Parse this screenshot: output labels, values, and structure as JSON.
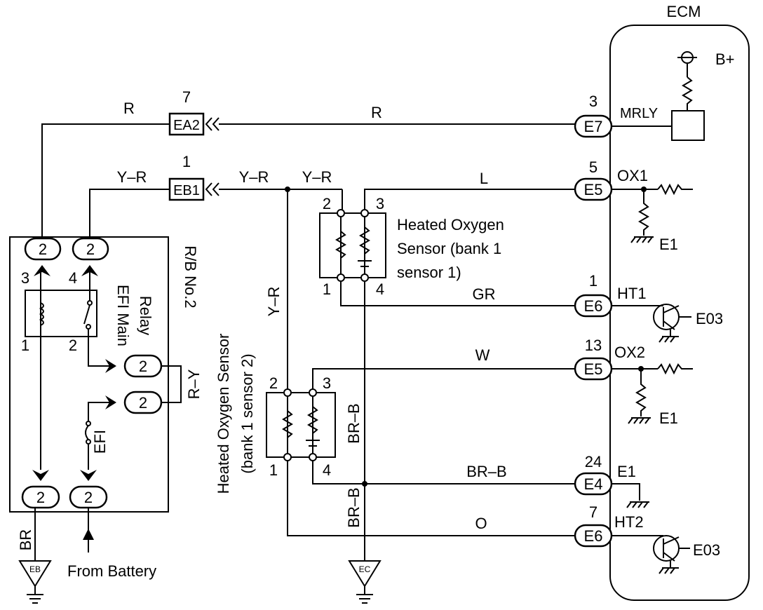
{
  "ecm": {
    "title": "ECM",
    "power": "B+",
    "relay": "MRLY",
    "ox1": "OX1",
    "ox2": "OX2",
    "ht1": "HT1",
    "ht2": "HT2",
    "e1_a": "E1",
    "e1_b": "E1",
    "e1_c": "E1",
    "e03_a": "E03",
    "e03_b": "E03",
    "terminals": [
      {
        "pin": "3",
        "conn": "E7"
      },
      {
        "pin": "5",
        "conn": "E5"
      },
      {
        "pin": "1",
        "conn": "E6"
      },
      {
        "pin": "13",
        "conn": "E5"
      },
      {
        "pin": "24",
        "conn": "E4"
      },
      {
        "pin": "7",
        "conn": "E6"
      }
    ]
  },
  "connectors": {
    "ea2": {
      "pin": "7",
      "name": "EA2"
    },
    "eb1": {
      "pin": "1",
      "name": "EB1"
    }
  },
  "wires": {
    "r_left": "R",
    "r_main": "R",
    "yr_left": "Y–R",
    "yr_mid": "Y–R",
    "yr_right": "Y–R",
    "yr_vert": "Y–R",
    "l": "L",
    "gr": "GR",
    "w": "W",
    "brb_horiz": "BR–B",
    "brb_vert_upper": "BR–B",
    "brb_vert_lower": "BR–B",
    "o": "O",
    "br": "BR",
    "ry": "R–Y"
  },
  "relay_block": {
    "name": "R/B No.2",
    "relay_label_1": "EFI Main",
    "relay_label_2": "Relay",
    "fuse": "EFI",
    "conn_pin": "2",
    "pin3": "3",
    "pin4": "4",
    "pin1": "1",
    "pin2": "2"
  },
  "sensor1": {
    "line1": "Heated Oxygen",
    "line2": "Sensor (bank 1",
    "line3": "sensor 1)",
    "pins": [
      "2",
      "3",
      "1",
      "4"
    ]
  },
  "sensor2": {
    "line1": "Heated Oxygen Sensor",
    "line2": "(bank 1 sensor 2)",
    "pins": [
      "2",
      "3",
      "1",
      "4"
    ]
  },
  "grounds": {
    "eb": "EB",
    "ec": "EC"
  },
  "battery": "From Battery"
}
